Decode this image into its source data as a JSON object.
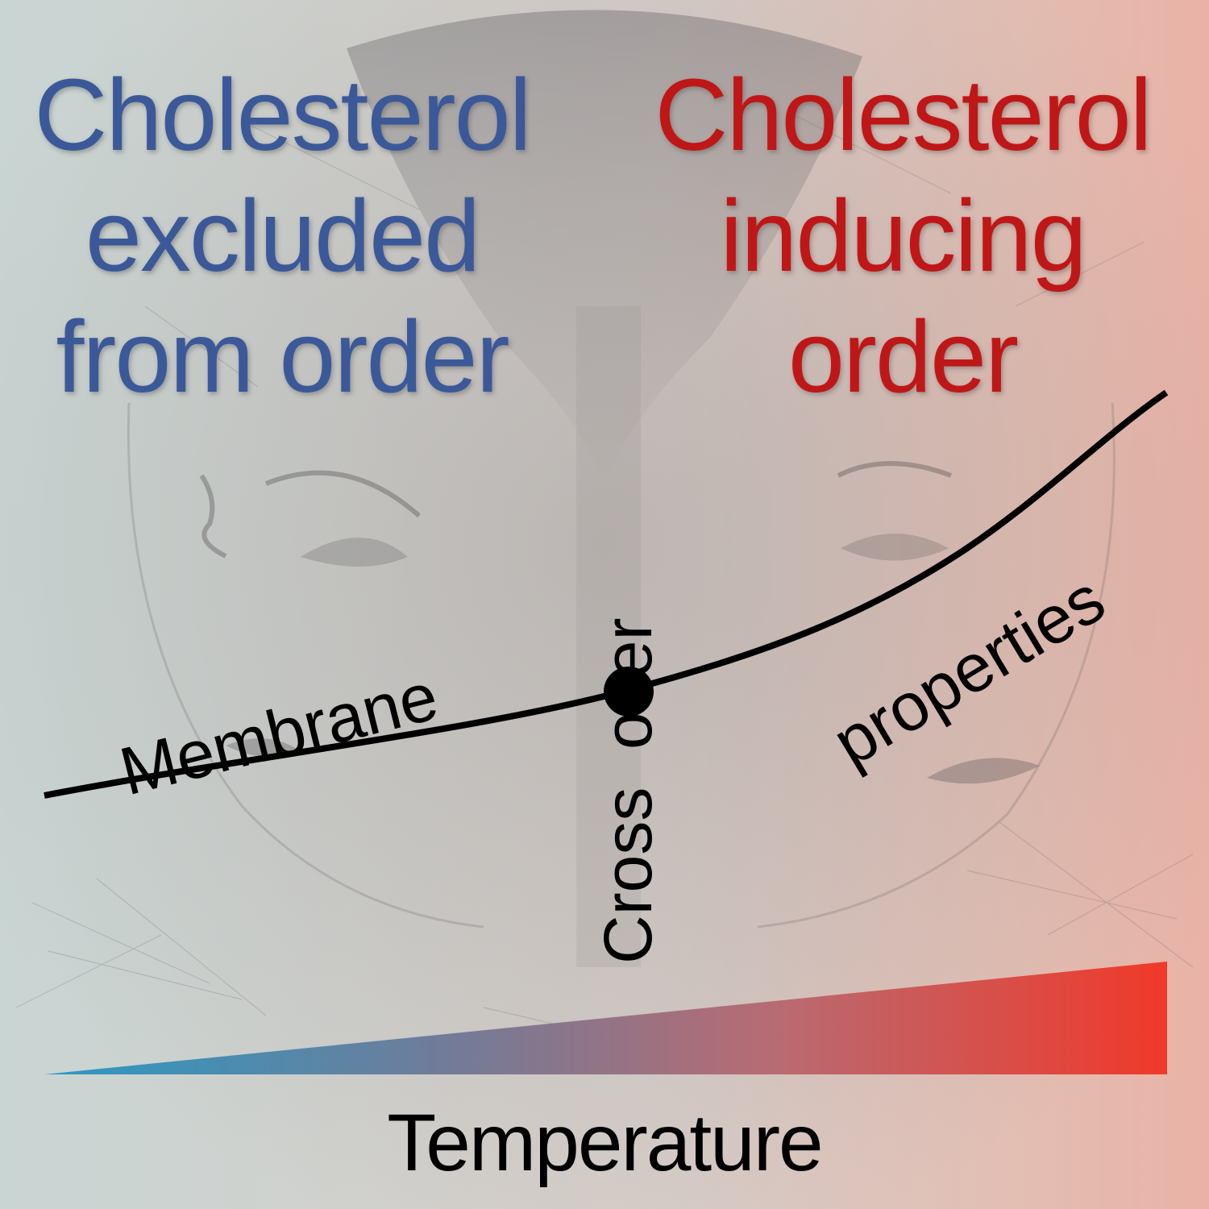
{
  "headings": {
    "left": {
      "lines": [
        "Cholesterol",
        "excluded",
        "from order"
      ],
      "color": "#3b5999"
    },
    "right": {
      "lines": [
        "Cholesterol",
        "inducing",
        "order"
      ],
      "color": "#bf1717"
    }
  },
  "curve": {
    "label_left": "Membrane",
    "label_right": "properties",
    "color": "#000000"
  },
  "crossover": {
    "label_word1": "Cross",
    "label_word2": "over",
    "marker": "filled-circle"
  },
  "temperature_wedge": {
    "label": "Temperature",
    "gradient_colors": [
      "#2b9ac3",
      "#6f7c9a",
      "#b86b72",
      "#f0392a"
    ]
  },
  "background": {
    "description_colors": [
      "#c9d5d3",
      "#d6cdc8",
      "#eab2a6"
    ]
  }
}
